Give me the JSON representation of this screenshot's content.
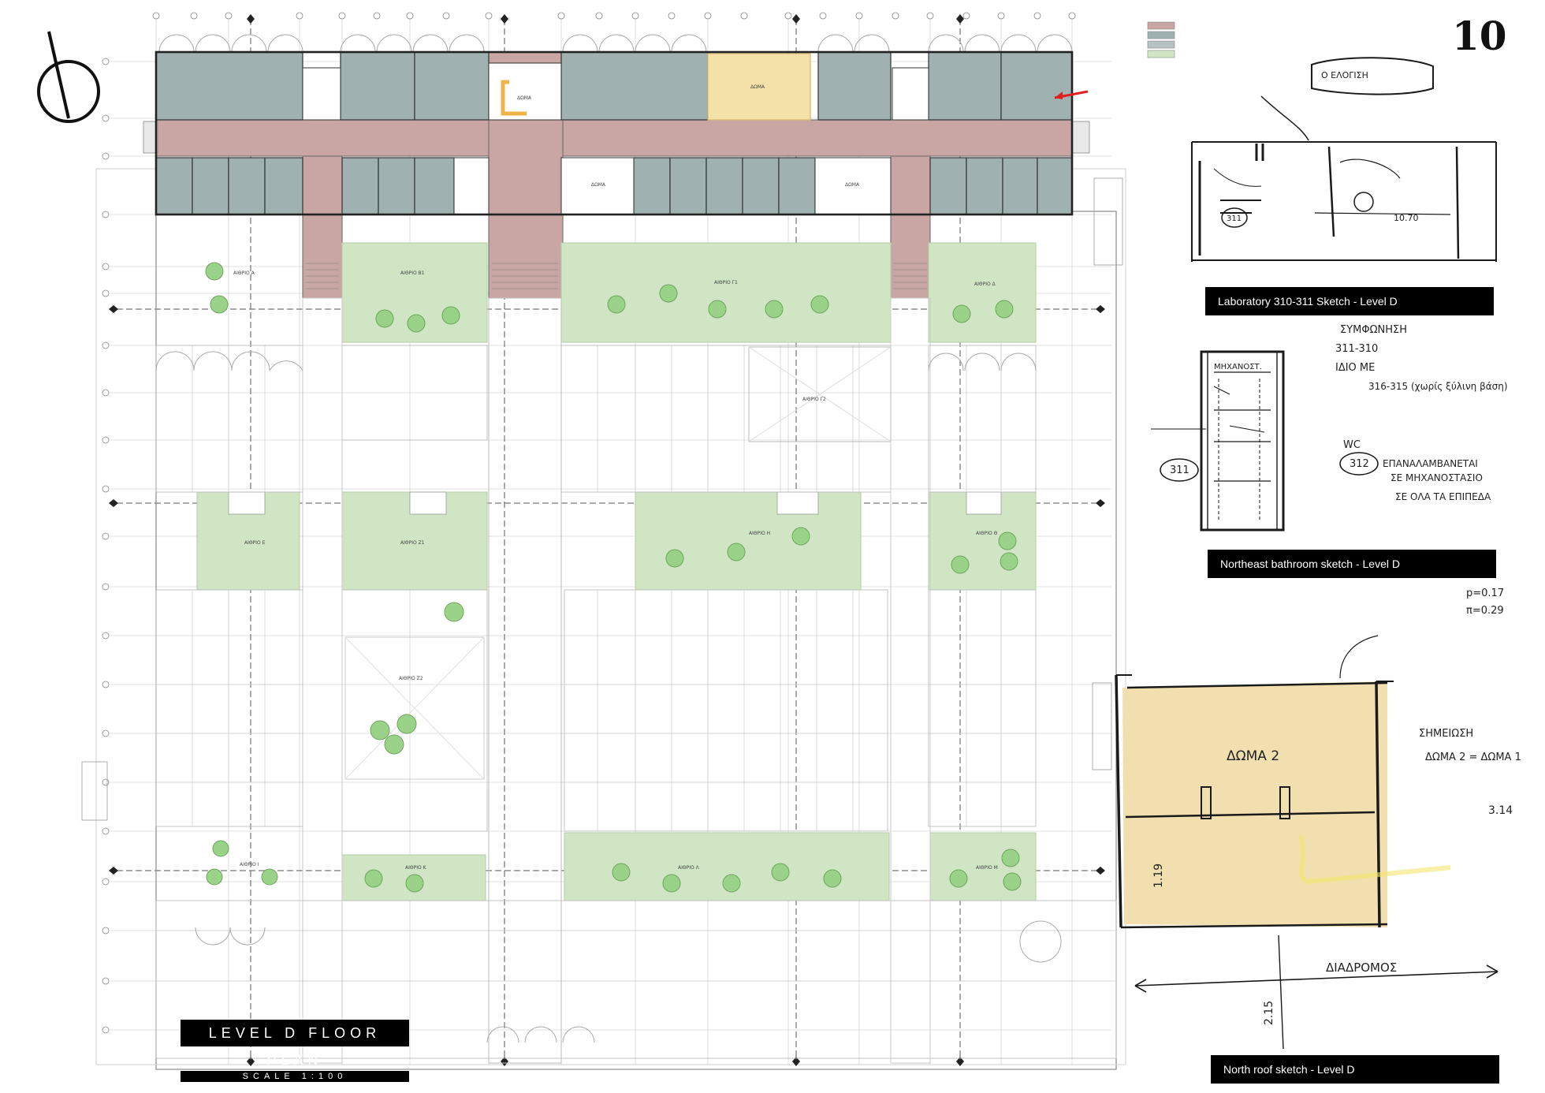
{
  "sheet": {
    "number": "10",
    "plan_title": "LEVEL D FLOOR PLAN",
    "scale": "SCALE 1:100"
  },
  "sketches": [
    {
      "label": "Laboratory 310-311 Sketch - Level D"
    },
    {
      "label": "Northeast bathroom sketch - Level D"
    },
    {
      "label": "North roof sketch - Level D"
    }
  ],
  "plan_labels": {
    "atria": [
      "ΑΙΘΡΙΟ Α",
      "ΑΙΘΡΙΟ Β1",
      "ΑΙΘΡΙΟ Γ1",
      "ΑΙΘΡΙΟ Δ",
      "ΑΙΘΡΙΟ Γ2",
      "ΑΙΘΡΙΟ Ε",
      "ΑΙΘΡΙΟ Ζ1",
      "ΑΙΘΡΙΟ Η",
      "ΑΙΘΡΙΟ Θ",
      "ΑΙΘΡΙΟ Ζ2",
      "ΑΙΘΡΙΟ Ι",
      "ΑΙΘΡΙΟ Κ",
      "ΑΙΘΡΙΟ Λ",
      "ΑΙΘΡΙΟ Μ"
    ],
    "roofs": [
      "ΔΩΜΑ",
      "ΔΩΜΑ",
      "ΔΩΜΑ",
      "ΔΩΜΑ"
    ]
  },
  "sketch_notes": {
    "stamp": "Ο ΕΛΟΓΙΣΗ",
    "note_a": "ΣΥΜΦΩΝΗΣΗ",
    "note_b": "311-310",
    "note_c": "ΙΔΙΟ ΜΕ",
    "note_d": "316-315 (χωρίς ξύλινη βάση)",
    "note_e": "ΕΠΑΝΑΛΑΜΒΑΝΕΤΑΙ",
    "note_f": "ΣΕ ΜΗΧΑΝΟΣΤΑΣΙΟ",
    "note_g": "ΣΕ ΟΛΑ ΤΑ ΕΠΙΠΕΔΑ",
    "wc": "WC",
    "room_a": "311",
    "room_b": "312",
    "roof_label": "ΔΩΜΑ 2",
    "roof_note_a": "ΣΗΜΕΙΩΣΗ",
    "roof_note_b": "ΔΩΜΑ 2 = ΔΩΜΑ 1",
    "roof_note_c": "3.14",
    "route": "ΔΙΑΔΡΟΜΟΣ",
    "dim_a": "1.19",
    "dim_b": "2.15",
    "dim_c": "10.70",
    "p_a": "p=0.17",
    "p_b": "π=0.29",
    "mech": "ΜΗΧΑΝΟΣΤ."
  },
  "colors": {
    "classroom": "#9fb1b1",
    "corridor": "#c9a6a3",
    "courtyard": "#cfe5c3",
    "roof_highlight": "#f3e1a8",
    "sketch_fill": "#f1dfb0",
    "tree": "#9bd28a"
  }
}
